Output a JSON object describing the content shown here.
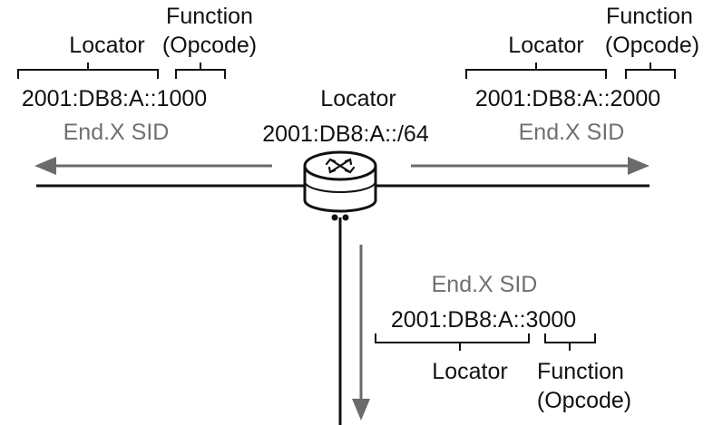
{
  "colors": {
    "text": "#111111",
    "sid_label": "#707070",
    "arrow": "#6b6b6b",
    "line": "#111111",
    "router_fill": "#ffffff"
  },
  "router": {
    "icon": "router-icon",
    "locator_label": "Locator",
    "locator_value": "2001:DB8:A::/64"
  },
  "left_sid": {
    "function_label_line1": "Function",
    "function_label_line2": "(Opcode)",
    "locator_label": "Locator",
    "address_locator": "2001:DB8:A::",
    "address_function": "1000",
    "sid_type": "End.X SID"
  },
  "right_sid": {
    "function_label_line1": "Function",
    "function_label_line2": "(Opcode)",
    "locator_label": "Locator",
    "address_locator": "2001:DB8:A::",
    "address_function": "2000",
    "sid_type": "End.X SID"
  },
  "bottom_sid": {
    "sid_type": "End.X SID",
    "address_locator": "2001:DB8:A::",
    "address_function": "3000",
    "locator_label": "Locator",
    "function_label_line1": "Function",
    "function_label_line2": "(Opcode)"
  }
}
